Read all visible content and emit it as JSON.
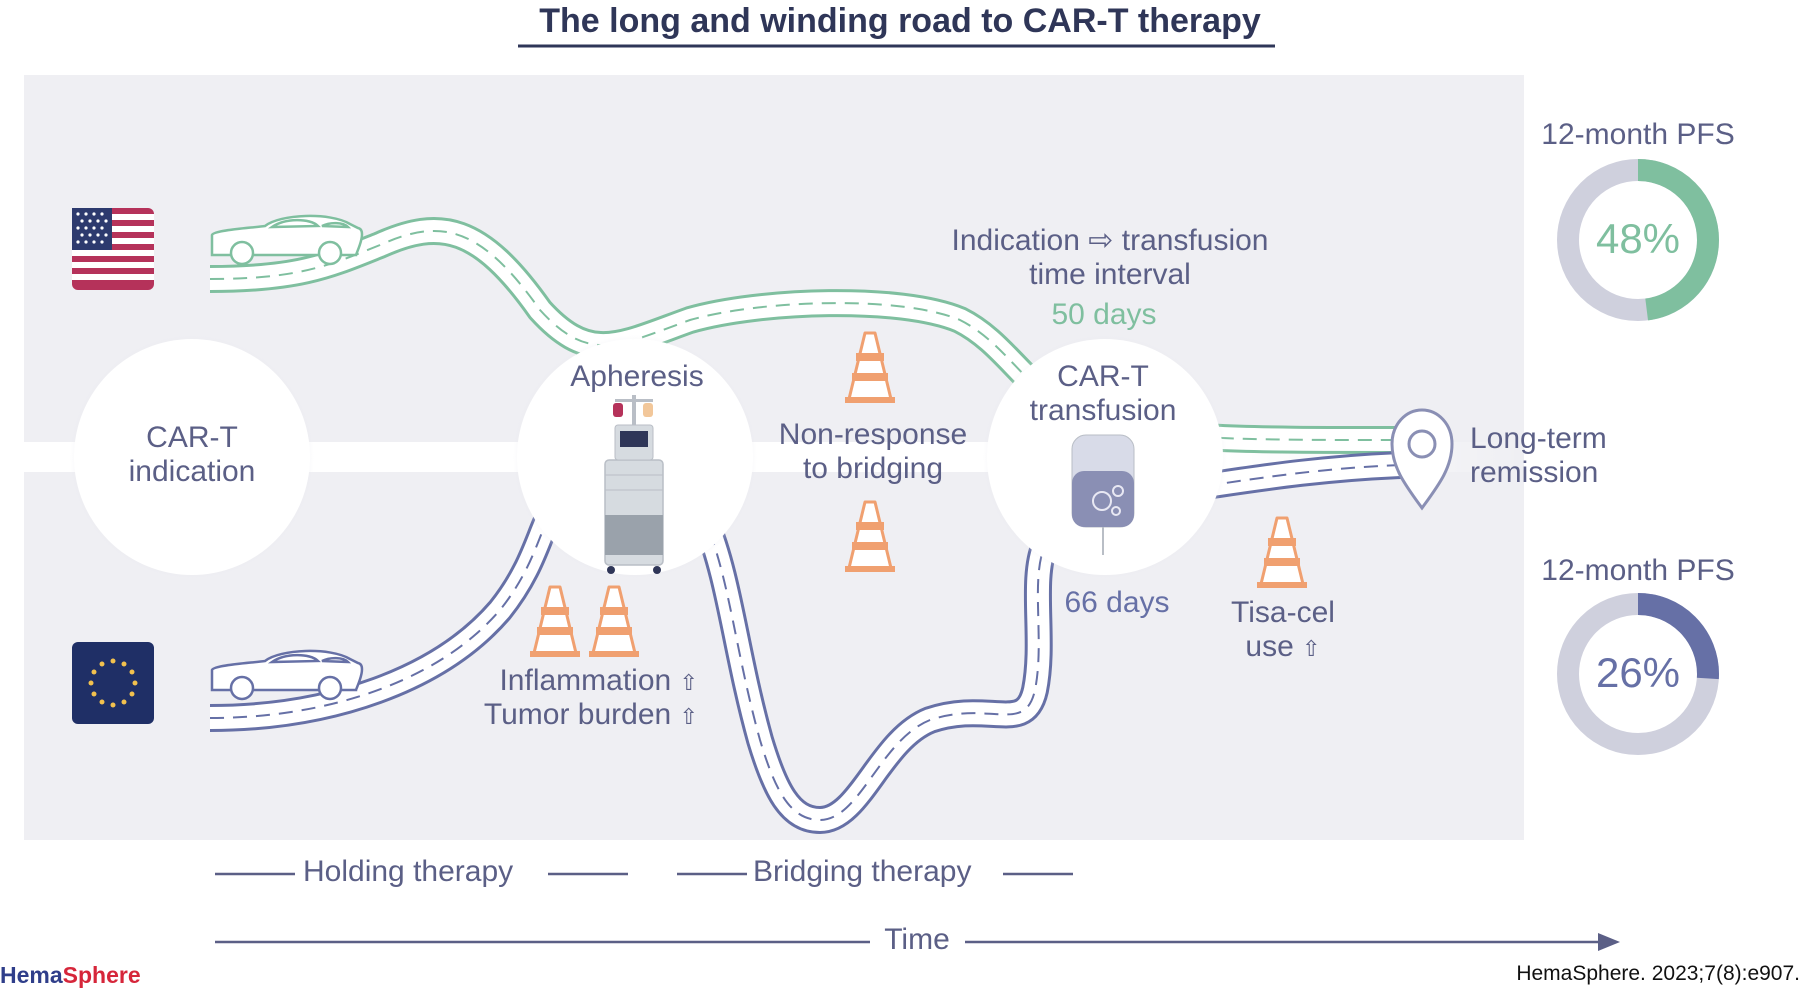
{
  "title": "The long and winding road to CAR-T therapy",
  "nodes": {
    "indication_line1": "CAR-T",
    "indication_line2": "indication",
    "apheresis": "Apheresis",
    "transfusion_line1": "CAR-T",
    "transfusion_line2": "transfusion",
    "remission_line1": "Long-term",
    "remission_line2": "remission"
  },
  "interval": {
    "line1": "Indication ⇨ transfusion",
    "line2": "time interval",
    "us_days": "50 days",
    "eu_days": "66 days"
  },
  "obstacles": {
    "nonresponse_line1": "Non-response",
    "nonresponse_line2": "to bridging",
    "inflammation": "Inflammation",
    "tumor_burden": "Tumor burden",
    "tisacel_line1": "Tisa-cel",
    "tisacel_line2": "use",
    "increase_glyph": "⇧"
  },
  "outcomes": {
    "us": {
      "label": "12-month PFS",
      "value": "48%",
      "fraction": 0.48,
      "color": "#7fbf9f"
    },
    "eu": {
      "label": "12-month PFS",
      "value": "26%",
      "fraction": 0.26,
      "color": "#6670a6"
    }
  },
  "phases": {
    "holding": "Holding therapy",
    "bridging": "Bridging therapy",
    "time": "Time"
  },
  "regions": {
    "us_icon": "us-flag-icon",
    "eu_icon": "eu-flag-icon"
  },
  "colors": {
    "us_road": "#7fbf9f",
    "eu_road": "#6670a6",
    "cone": "#f0a070",
    "ring_background": "#cfd0dd",
    "panel": "#efeff3"
  },
  "footer": {
    "brand_part1": "Hema",
    "brand_part2": "Sphere",
    "citation": "HemaSphere. 2023;7(8):e907."
  }
}
